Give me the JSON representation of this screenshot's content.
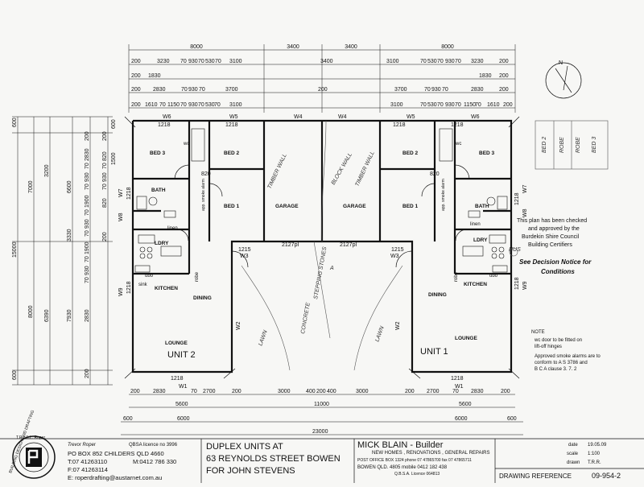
{
  "top_dims": {
    "row1": [
      "8000",
      "3400",
      "3400",
      "8000"
    ],
    "row2": [
      "200",
      "3230",
      "70",
      "930",
      "70",
      "530",
      "70",
      "3100",
      "3400",
      "3100",
      "70",
      "530",
      "70",
      "930",
      "70",
      "3230",
      "200"
    ],
    "row3": [
      "200",
      "1830",
      "200",
      "1830"
    ],
    "row4": [
      "200",
      "2830",
      "70",
      "930",
      "70",
      "3700",
      "200",
      "3700",
      "70",
      "930",
      "70",
      "2830",
      "200"
    ],
    "row5": [
      "200",
      "1610",
      "70",
      "1150",
      "70",
      "930",
      "70",
      "530",
      "70",
      "3100",
      "3100",
      "70",
      "530",
      "70",
      "930",
      "70",
      "1150",
      "70",
      "1610",
      "200"
    ]
  },
  "left_dims": {
    "outer": [
      "600",
      "7000",
      "15000",
      "8000",
      "600"
    ],
    "mid": [
      "3200",
      "6600",
      "3330",
      "6390",
      "7930"
    ],
    "inner": [
      "200",
      "2830",
      "70",
      "930",
      "70",
      "1900",
      "70",
      "930",
      "70",
      "1900",
      "70",
      "930",
      "70",
      "2830",
      "200"
    ],
    "v": [
      "200",
      "820",
      "70",
      "930",
      "70",
      "820",
      "200"
    ]
  },
  "bottom_dims": {
    "row1": [
      "200",
      "2830",
      "70",
      "2700",
      "200",
      "3000",
      "400",
      "200",
      "400",
      "3000",
      "200",
      "2700",
      "70",
      "2830",
      "200"
    ],
    "row2": [
      "5600",
      "11000",
      "5600"
    ],
    "row3": [
      "600",
      "6000",
      "6000",
      "600"
    ],
    "total": "23000"
  },
  "windows": [
    "W6",
    "W5",
    "W4",
    "W4",
    "W5",
    "W6",
    "W7",
    "W8",
    "W9",
    "W1",
    "W2",
    "W3",
    "W3",
    "W2",
    "W1",
    "W9",
    "W8",
    "W7"
  ],
  "window_sizes": [
    "1218",
    "1218",
    "1218",
    "1218",
    "1218",
    "1218",
    "1218",
    "1218",
    "1215",
    "1215",
    "2127pl",
    "2127pl",
    "600",
    "1500",
    "1218",
    "1218"
  ],
  "rooms": {
    "unit2": {
      "bed3": "BED 3",
      "bed2": "BED 2",
      "bed1": "BED 1",
      "garage": "GARAGE",
      "bath": "BATH",
      "lory": "LDRY",
      "kitchen": "KITCHEN",
      "dining": "DINING",
      "lounge": "LOUNGE",
      "label": "UNIT 2",
      "wc": "wc",
      "robe": "robe",
      "linen": "linen",
      "ubo": "ubo",
      "smoke": "app. smoke alarm",
      "sink": "sink",
      "door": "820"
    },
    "unit1": {
      "bed3": "BED 3",
      "bed2": "BED 2",
      "bed1": "BED 1",
      "garage": "GARAGE",
      "bath": "BATH",
      "lory": "LDRY",
      "kitchen": "KITCHEN",
      "dining": "DINING",
      "lounge": "LOUNGE",
      "label": "UNIT 1",
      "wc": "wc",
      "robe": "robe",
      "linen": "linen",
      "ubo": "ubo",
      "smoke": "app. smoke alarm",
      "door": "820"
    }
  },
  "handwritten": {
    "timber_wall": "TIMBER WALL",
    "block_wall": "BLOCK WALL",
    "concrete": "CONCRETE",
    "lawn": "LAWN",
    "stepping": "STEPPING STONES",
    "section": "A",
    "tick": "HUS"
  },
  "sketch": {
    "bed2": "BED 2",
    "robe1": "ROBE",
    "robe2": "ROBE",
    "bed3": "BED 3"
  },
  "approval": {
    "line1": "This plan has been checked",
    "line2": "and approved by the",
    "line3": "Burdekin Shire Council",
    "line4": "Building Certifiers",
    "line5": "See Decision Notice for",
    "line6": "Conditions"
  },
  "notes": {
    "heading": "NOTE",
    "n1a": "wc door to be fitted on",
    "n1b": "lift-off hinges",
    "n2a": "Approved smoke alarms are to",
    "n2b": "conform to A S 3786 and",
    "n2c": "B C A clause 3. 7. 2"
  },
  "title_block": {
    "firm": "T.R.&S.L. Roper",
    "firm_sub": "BUILDING DESIGN AND DRAFTING",
    "person": "Trevor Roper",
    "licence": "QBSA licence no 3996",
    "po": "PO BOX 852 CHILDERS QLD 4660",
    "tel": "T:07 41263110",
    "mob": "M:0412 786 330",
    "fax": "F:07 41263114",
    "email": "E: roperdrafting@austarnet.com.au",
    "project1": "DUPLEX UNITS AT",
    "project2": "63 REYNOLDS STREET BOWEN",
    "project3": "FOR JOHN STEVENS",
    "builder": "MICK BLAIN - Builder",
    "builder_sub": "NEW HOMES , RENOVATIONS , GENERAL REPAIRS",
    "builder_po": "POST OFFICE BOX 1324   phone 07 47865700   fax 07 47865711",
    "builder_town": "BOWEN QLD. 4805          mobile   0412 182 438",
    "builder_lic": "Q.B.S.A. Licence 064813",
    "date_label": "date",
    "date_val": "19.05.09",
    "scale_label": "scale",
    "scale_val": "1:100",
    "drawn_label": "drawn",
    "drawn_val": "T.R.R.",
    "ref_label": "DRAWING REFERENCE",
    "ref_val": "09-954-2"
  },
  "north": "N"
}
